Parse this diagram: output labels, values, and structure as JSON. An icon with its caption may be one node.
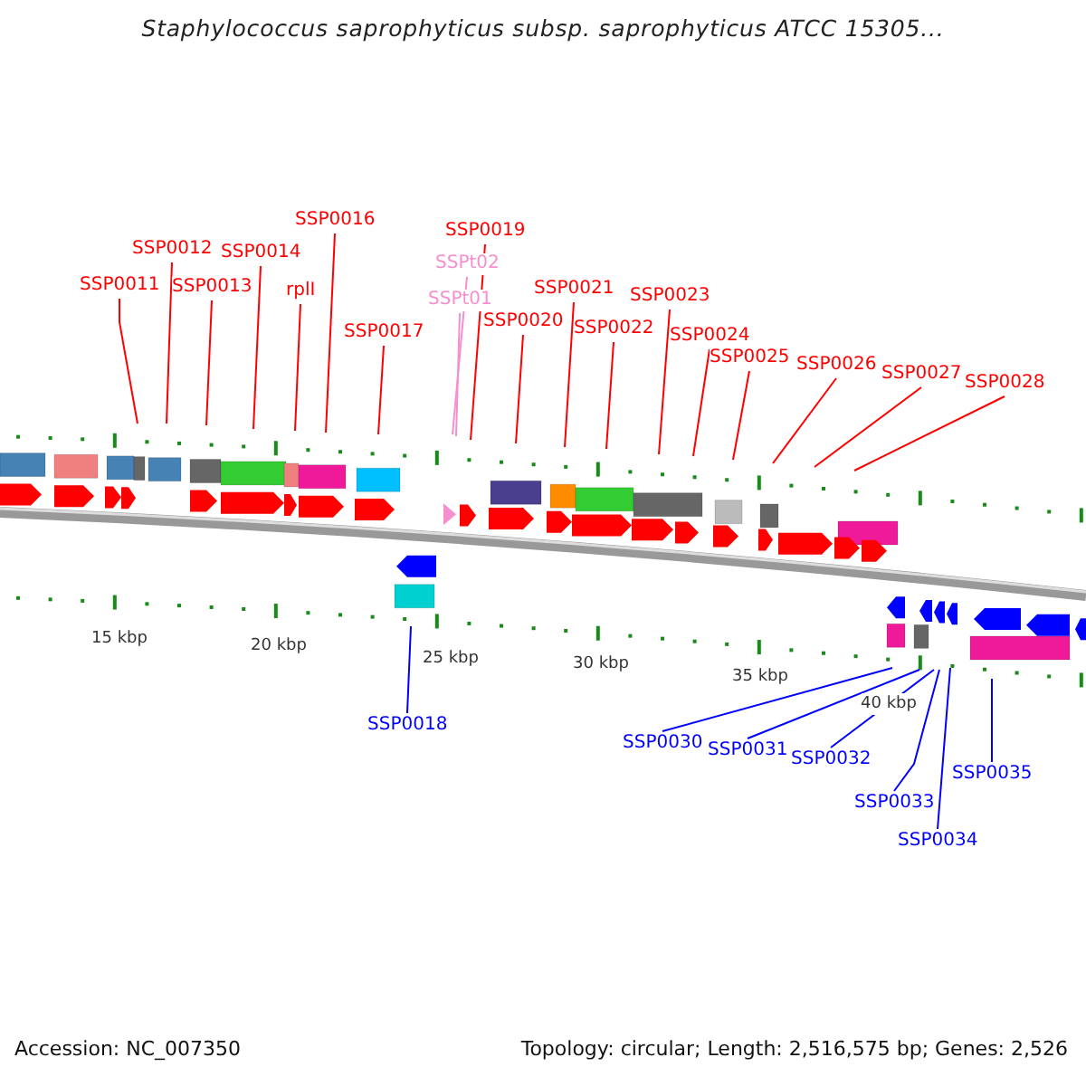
{
  "diagram": {
    "title": "Staphylococcus saprophyticus subsp. saprophyticus ATCC 15305...",
    "nodes": [
      {
        "text": [
          "SSP0011"
        ]
      },
      {
        "text": [
          "SSP0012"
        ]
      },
      {
        "text": [
          "SSP0013"
        ]
      },
      {
        "text": [
          "SSP0014"
        ]
      },
      {
        "text": [
          "rplI"
        ]
      },
      {
        "text": [
          "SSP0016"
        ]
      },
      {
        "text": [
          "SSP0017"
        ]
      },
      {
        "text": [
          "SSPt02"
        ]
      },
      {
        "text": [
          "SSPt01"
        ]
      },
      {
        "text": [
          "SSP0019"
        ]
      },
      {
        "text": [
          "SSP0020"
        ]
      },
      {
        "text": [
          "SSP0021"
        ]
      },
      {
        "text": [
          "SSP0022"
        ]
      },
      {
        "text": [
          "SSP0023"
        ]
      },
      {
        "text": [
          "SSP0024"
        ]
      },
      {
        "text": [
          "SSP0025"
        ]
      },
      {
        "text": [
          "SSP0026"
        ]
      },
      {
        "text": [
          "SSP0027"
        ]
      },
      {
        "text": [
          "SSP0028"
        ]
      },
      {
        "text": [
          "SSP0018"
        ]
      },
      {
        "text": [
          "SSP0030"
        ]
      },
      {
        "text": [
          "SSP0031"
        ]
      },
      {
        "text": [
          "SSP0032"
        ]
      },
      {
        "text": [
          "SSP0033"
        ]
      },
      {
        "text": [
          "SSP0034"
        ]
      },
      {
        "text": [
          "SSP0035"
        ]
      }
    ],
    "edges": [
      {
        "from": 0,
        "to": null,
        "arrow": "none"
      },
      {
        "from": 1,
        "to": null,
        "arrow": "none"
      },
      {
        "from": 2,
        "to": null,
        "arrow": "none"
      },
      {
        "from": 3,
        "to": null,
        "arrow": "none"
      },
      {
        "from": 4,
        "to": null,
        "arrow": "none"
      },
      {
        "from": 5,
        "to": null,
        "arrow": "none"
      },
      {
        "from": 6,
        "to": null,
        "arrow": "none"
      },
      {
        "from": 7,
        "to": null,
        "arrow": "none",
        "color": "#f58fcf"
      },
      {
        "from": 8,
        "to": null,
        "arrow": "none",
        "color": "#f58fcf"
      },
      {
        "from": 9,
        "to": null,
        "arrow": "none"
      },
      {
        "from": 10,
        "to": null,
        "arrow": "none"
      },
      {
        "from": 11,
        "to": null,
        "arrow": "none"
      },
      {
        "from": 12,
        "to": null,
        "arrow": "none"
      },
      {
        "from": 13,
        "to": null,
        "arrow": "none"
      },
      {
        "from": 14,
        "to": null,
        "arrow": "none"
      },
      {
        "from": 15,
        "to": null,
        "arrow": "none"
      },
      {
        "from": 16,
        "to": null,
        "arrow": "none"
      },
      {
        "from": 17,
        "to": null,
        "arrow": "none"
      },
      {
        "from": 18,
        "to": null,
        "arrow": "none"
      },
      {
        "from": null,
        "to": 19,
        "arrow": "none",
        "color": "#0000ff"
      },
      {
        "from": null,
        "to": 20,
        "arrow": "none",
        "color": "#0000ff"
      },
      {
        "from": null,
        "to": 21,
        "arrow": "none",
        "color": "#0000ff"
      },
      {
        "from": null,
        "to": 22,
        "arrow": "none",
        "color": "#0000ff"
      },
      {
        "from": null,
        "to": 23,
        "arrow": "none",
        "color": "#0000ff"
      },
      {
        "from": null,
        "to": 24,
        "arrow": "none",
        "color": "#0000ff"
      },
      {
        "from": null,
        "to": 25,
        "arrow": "none",
        "color": "#0000ff"
      }
    ],
    "labels": [
      "15 kbp",
      "20 kbp",
      "25 kbp",
      "30 kbp",
      "35 kbp",
      "40 kbp",
      "Accession: NC_007350",
      "Topology: circular; Length: 2,516,575 bp; Genes: 2,526"
    ]
  }
}
